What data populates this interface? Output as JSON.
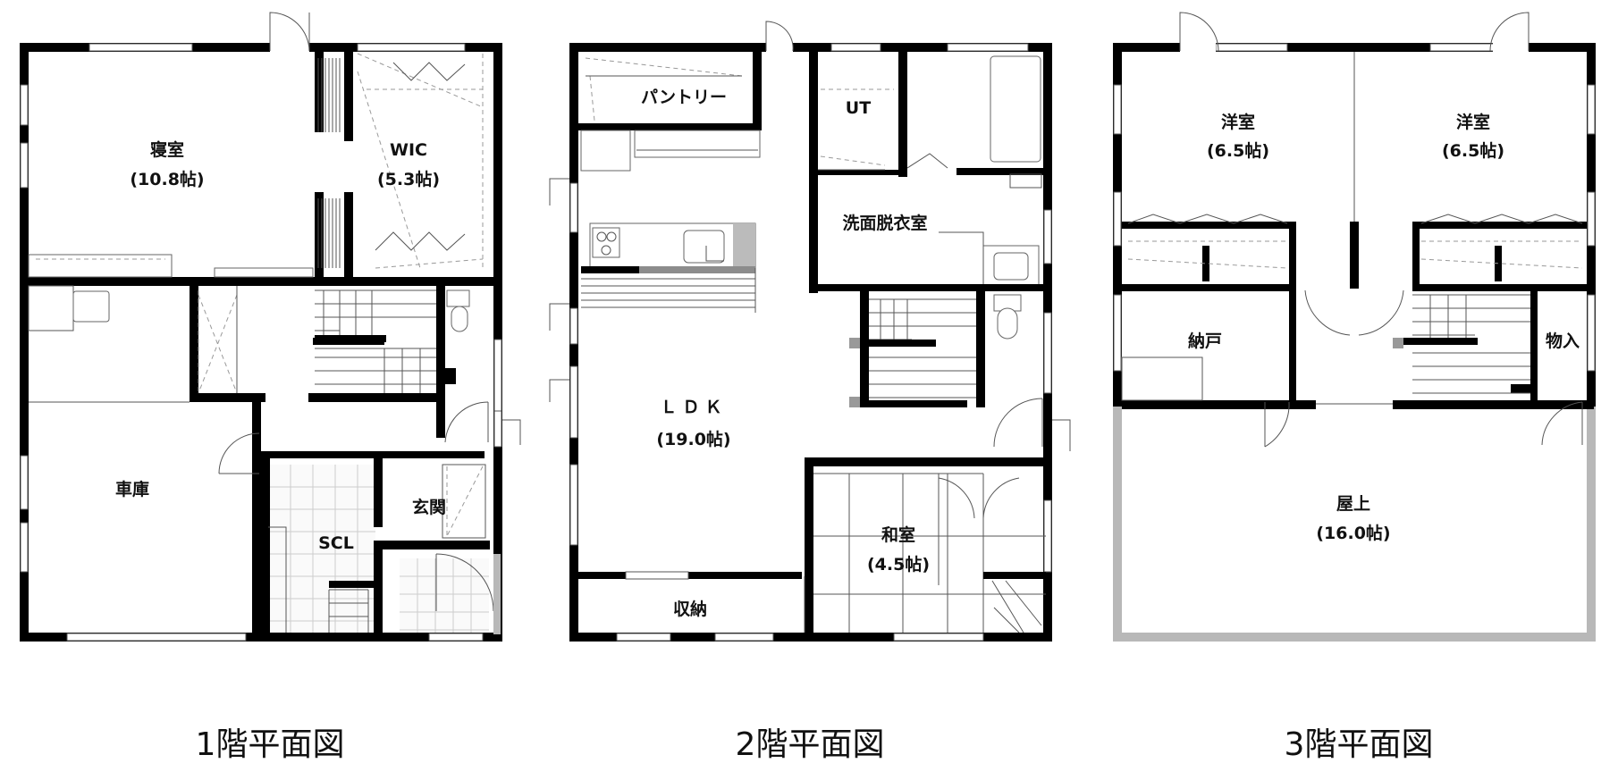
{
  "floors": [
    {
      "title": "1階平面図",
      "rooms": [
        {
          "name": "寝室",
          "size": "(10.8帖)"
        },
        {
          "name": "WIC",
          "size": "(5.3帖)"
        },
        {
          "name": "車庫",
          "size": ""
        },
        {
          "name": "SCL",
          "size": ""
        },
        {
          "name": "玄関",
          "size": ""
        }
      ]
    },
    {
      "title": "2階平面図",
      "rooms": [
        {
          "name": "パントリー",
          "size": ""
        },
        {
          "name": "UT",
          "size": ""
        },
        {
          "name": "洗面脱衣室",
          "size": ""
        },
        {
          "name": "ＬＤＫ",
          "size": "(19.0帖)"
        },
        {
          "name": "和室",
          "size": "(4.5帖)"
        },
        {
          "name": "収納",
          "size": ""
        }
      ]
    },
    {
      "title": "3階平面図",
      "rooms": [
        {
          "name": "洋室",
          "size": "(6.5帖)"
        },
        {
          "name": "洋室",
          "size": "(6.5帖)"
        },
        {
          "name": "納戸",
          "size": ""
        },
        {
          "name": "物入",
          "size": ""
        },
        {
          "name": "屋上",
          "size": "(16.0帖)"
        }
      ]
    }
  ]
}
